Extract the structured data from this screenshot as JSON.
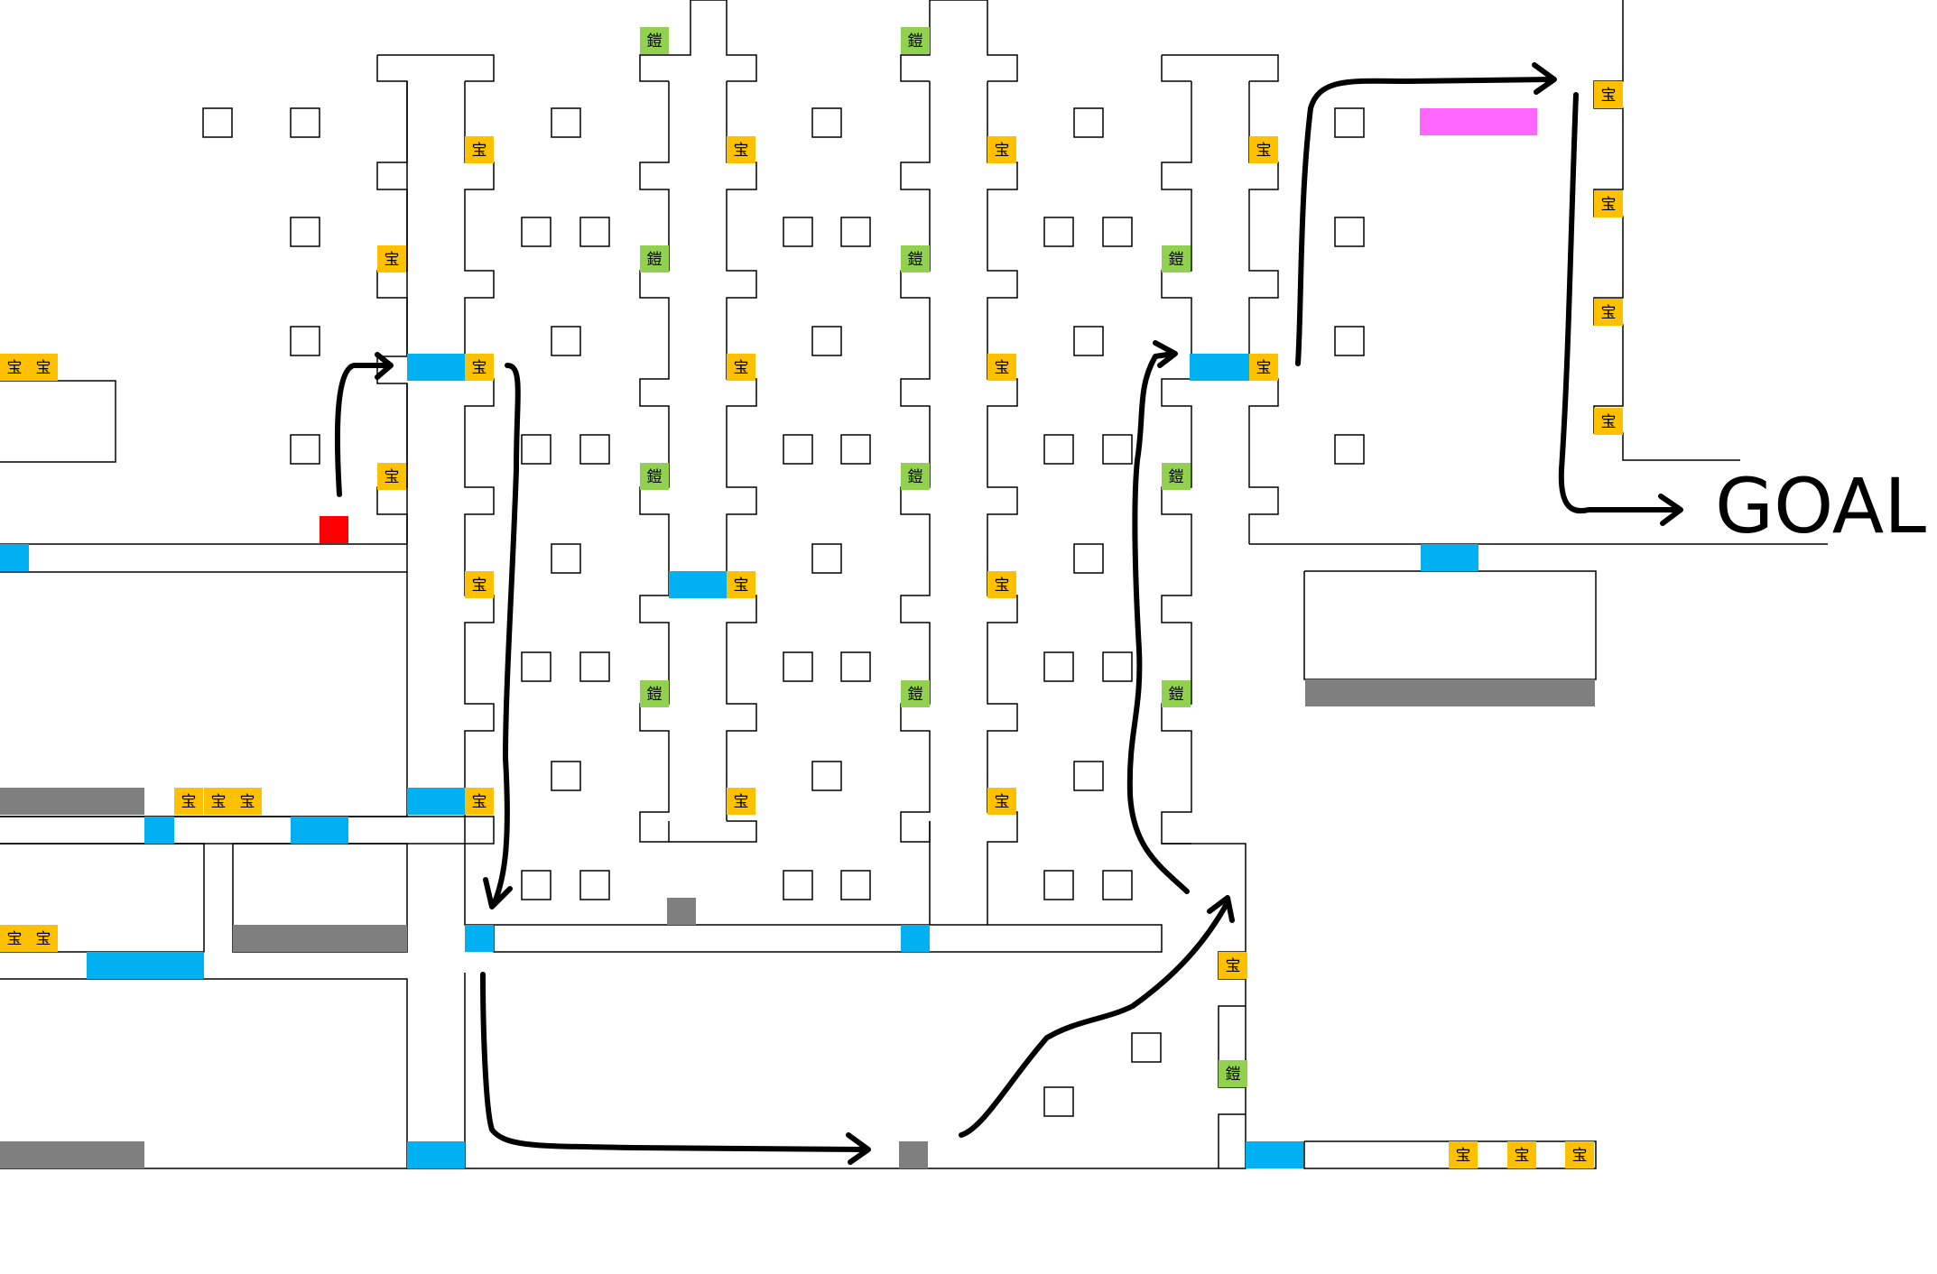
{
  "map": {
    "goal_label": "GOAL",
    "chest_label": "宝",
    "armor_label": "鎧",
    "colors": {
      "wall": "#000000",
      "floor": "#ffffff",
      "door": "#00b0f0",
      "chest": "#ffc000",
      "armor": "#92d050",
      "block": "#7f7f7f",
      "start": "#ff0000",
      "target": "#ff66ff",
      "route": "#000000"
    }
  }
}
